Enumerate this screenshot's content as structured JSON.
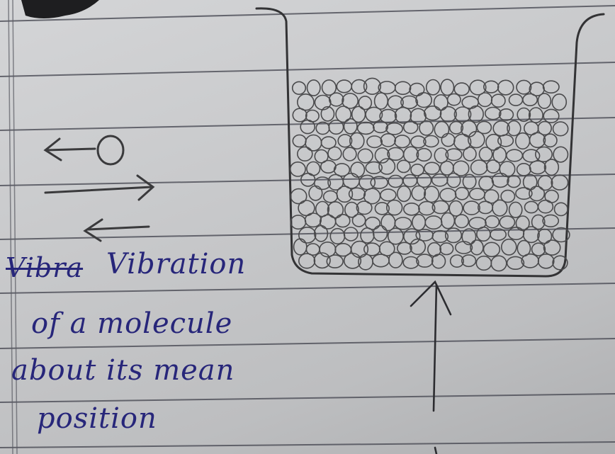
{
  "notes": {
    "struck_word": "Vibra",
    "lines": [
      "Vibration",
      "of a molecule",
      "about its mean",
      "position"
    ]
  },
  "colors": {
    "ink": "#27267a",
    "pencil": "#3a3a3c",
    "ruled_line": "#4a4b55",
    "paper": "#c8c9cb"
  }
}
